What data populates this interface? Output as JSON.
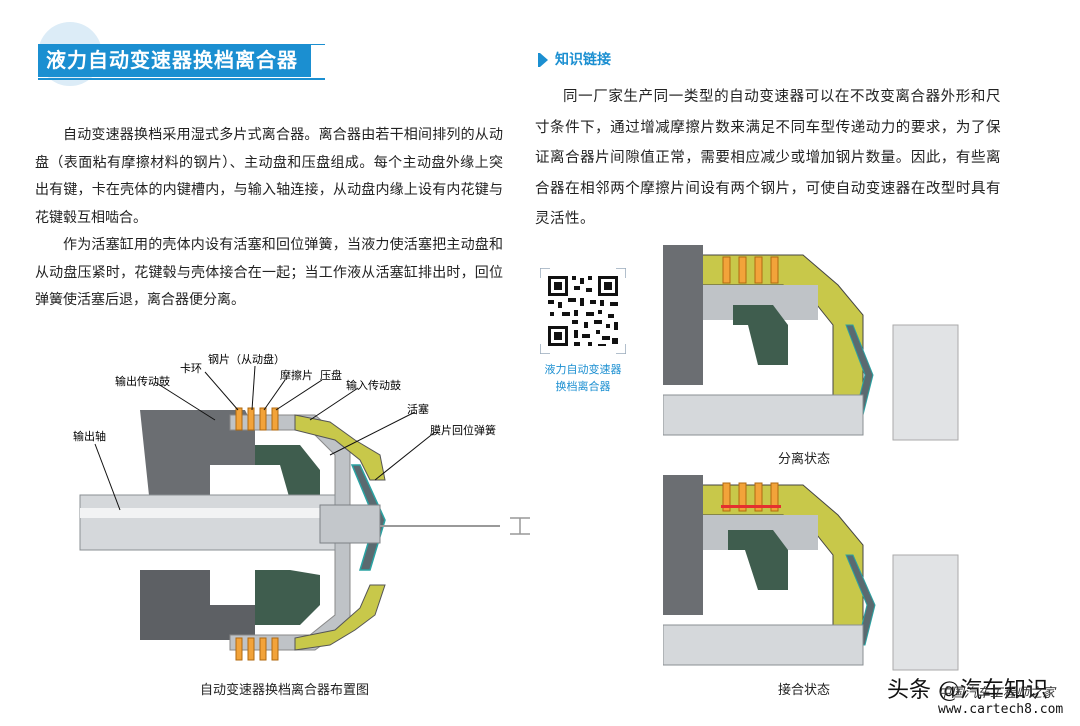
{
  "title": "液力自动变速器换档离合器",
  "left_paragraphs": [
    "自动变速器换档采用湿式多片式离合器。离合器由若干相间排列的从动盘（表面粘有摩擦材料的钢片）、主动盘和压盘组成。每个主动盘外缘上突出有键，卡在壳体的内键槽内，与输入轴连接，从动盘内缘上设有内花键与花键毂互相啮合。",
    "作为活塞缸用的壳体内设有活塞和回位弹簧，当液力使活塞把主动盘和从动盘压紧时，花键毂与壳体接合在一起；当工作液从活塞缸排出时，回位弹簧使活塞后退，离合器便分离。"
  ],
  "knowledge_link": {
    "title": "知识链接",
    "text": "同一厂家生产同一类型的自动变速器可以在不改变离合器外形和尺寸条件下，通过增减摩擦片数来满足不同车型传递动力的要求，为了保证离合器片间隙值正常，需要相应减少或增加钢片数量。因此，有些离合器在相邻两个摩擦片间设有两个钢片，可使自动变速器在改型时具有灵活性。"
  },
  "qr_caption_lines": [
    "液力自动变速器",
    "换档离合器"
  ],
  "diagram_labels": {
    "output_drum": "输出传动鼓",
    "snap_ring": "卡环",
    "steel_plate": "钢片（从动盘）",
    "friction_plate": "摩擦片",
    "pressure_plate": "压盘",
    "input_drum": "输入传动鼓",
    "piston": "活塞",
    "output_shaft": "输出轴",
    "diaphragm_spring": "膜片回位弹簧"
  },
  "captions": {
    "main": "自动变速器换档离合器布置图",
    "separated": "分离状态",
    "engaged": "接合状态"
  },
  "watermark": {
    "brand": "头条 @汽车知识",
    "sub": "中国汽车工程师之家",
    "url": "www.cartech8.com"
  },
  "colors": {
    "accent": "#1b8fd1",
    "housing": "#c8c84a",
    "plate_orange": "#f2a33a",
    "highlight_red": "#e53030"
  }
}
